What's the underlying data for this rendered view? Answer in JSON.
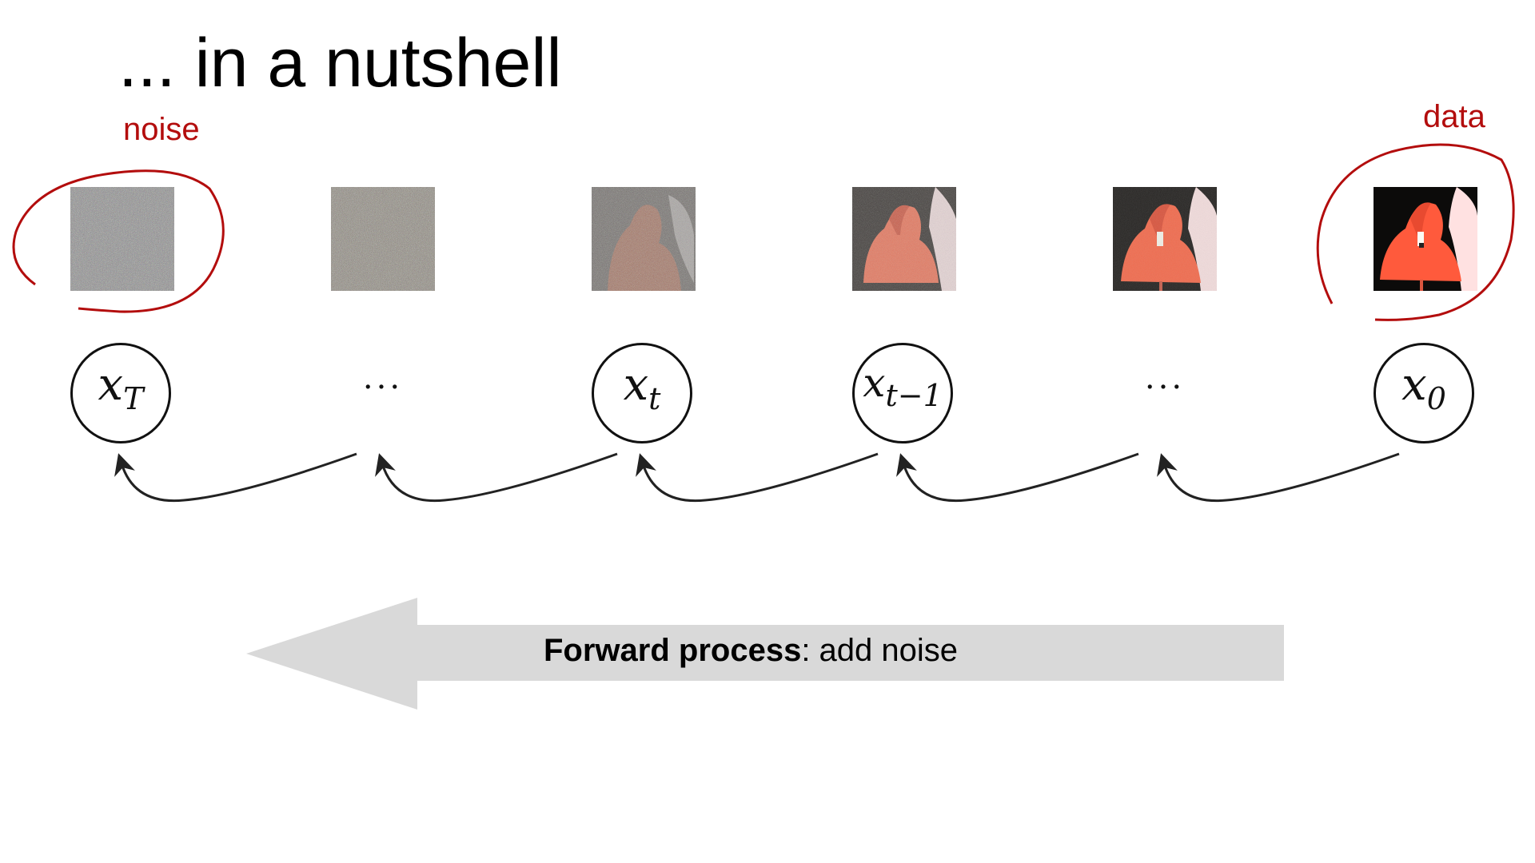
{
  "slide": {
    "title": "... in a nutshell",
    "noise_label": "noise",
    "data_label": "data"
  },
  "states": [
    {
      "var": "x",
      "sub": "T"
    },
    {
      "ellipsis": "..."
    },
    {
      "var": "x",
      "sub": "t"
    },
    {
      "var": "x",
      "sub": "t−1"
    },
    {
      "ellipsis": "..."
    },
    {
      "var": "x",
      "sub": "0"
    }
  ],
  "process": {
    "bold": "Forward process",
    "rest": ": add noise",
    "direction": "right-to-left"
  },
  "colors": {
    "annotation": "#b30d0d",
    "arrow_fill": "#d9d9d9",
    "edge": "#222222",
    "flamingo": "#ff5a3c"
  }
}
